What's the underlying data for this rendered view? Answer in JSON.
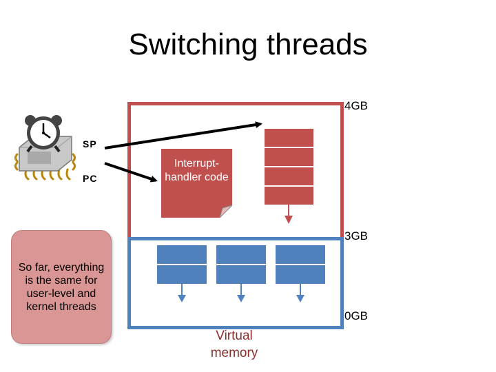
{
  "title": "Switching threads",
  "memory": {
    "top_label": "4GB",
    "middle_label": "3GB",
    "bottom_label": "0GB",
    "caption": "Virtual memory",
    "kernel_color": "#c0504d",
    "user_color": "#4f81bd"
  },
  "cpu": {
    "icon": "cpu-clock-icon",
    "sp_label": "SP",
    "pc_label": "PC"
  },
  "handler": {
    "text": "Interrupt-handler code",
    "color": "#c0504d"
  },
  "note": {
    "text": "So far, everything is the same for user-level and kernel threads",
    "color": "#d99694"
  }
}
